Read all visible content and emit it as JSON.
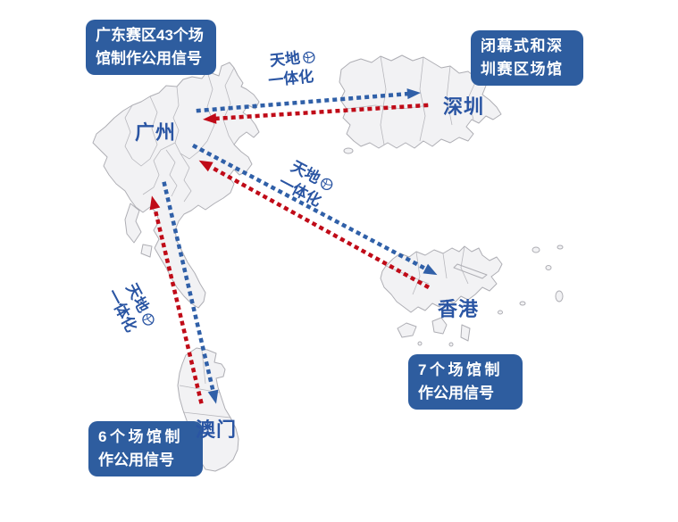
{
  "colors": {
    "box_bg": "#2E5D9F",
    "box_text": "#FFFFFF",
    "arrow_blue": "#3060A8",
    "arrow_red": "#C00B18",
    "label_blue": "#2A55A3",
    "map_fill": "#F2F2F4",
    "map_stroke": "#AEAEB4"
  },
  "callouts": {
    "guangdong": {
      "line1": "广东赛区43个场",
      "line2": "馆制作公用信号"
    },
    "closing": {
      "line1": "闭幕式和深",
      "line2": "圳赛区场馆"
    },
    "hongkong": {
      "line1": "7个场馆制",
      "line2": "作公用信号"
    },
    "macau": {
      "line1": "6个场馆制",
      "line2": "作公用信号"
    }
  },
  "cities": {
    "guangzhou": "广州",
    "shenzhen": "深圳",
    "hongkong": "香港",
    "macau": "澳门"
  },
  "satellite_label": {
    "line1": "天地",
    "line2": "一体化",
    "icon": "satellite-globe-icon"
  },
  "links": [
    {
      "from": "广州",
      "to": "深圳",
      "color": "blue",
      "style": "dotted-arrow"
    },
    {
      "from": "深圳",
      "to": "广州",
      "color": "red",
      "style": "dotted-arrow"
    },
    {
      "from": "广州",
      "to": "香港",
      "color": "blue",
      "style": "dotted-arrow"
    },
    {
      "from": "香港",
      "to": "广州",
      "color": "red",
      "style": "dotted-arrow"
    },
    {
      "from": "广州",
      "to": "澳门",
      "color": "blue",
      "style": "dotted-arrow"
    },
    {
      "from": "澳门",
      "to": "广州",
      "color": "red",
      "style": "dotted-arrow"
    }
  ]
}
